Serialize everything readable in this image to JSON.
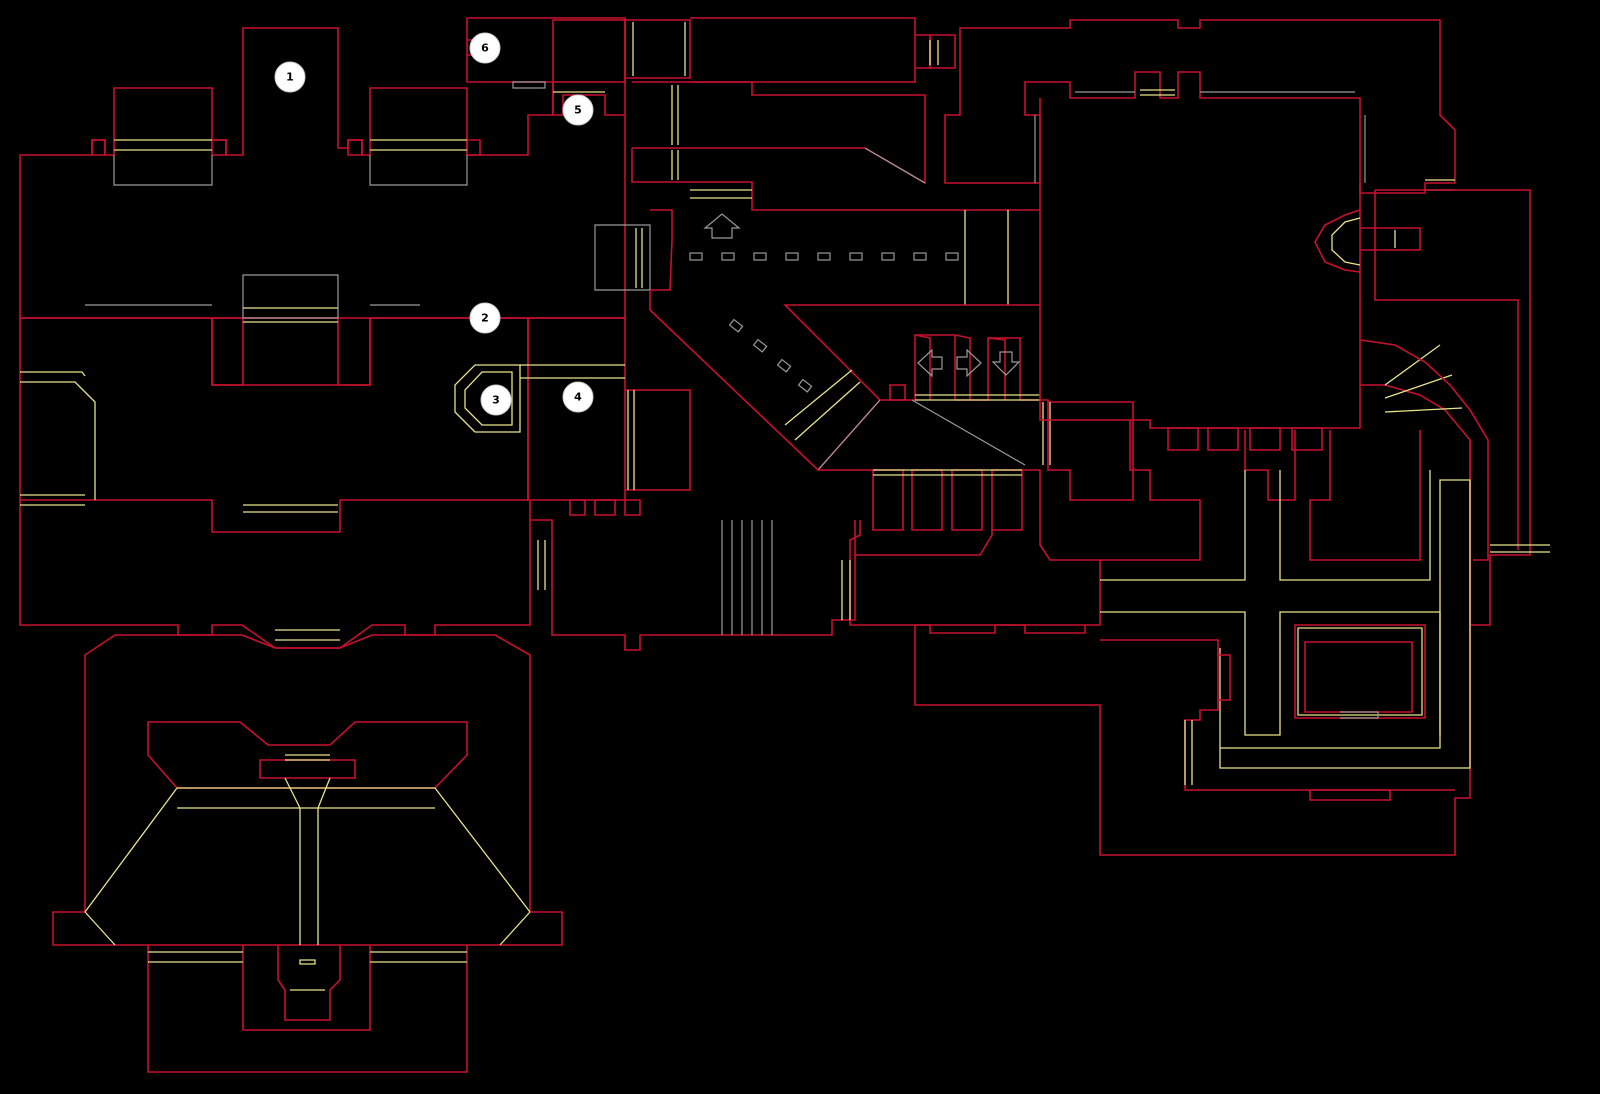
{
  "map": {
    "background_color": "#000000",
    "wall_color": "#c8102e",
    "step_color": "#e8e48a",
    "door_color": "#9a9a9a",
    "marker_fill": "#ffffff",
    "markers": [
      {
        "id": "marker-1",
        "label": "1"
      },
      {
        "id": "marker-2",
        "label": "2"
      },
      {
        "id": "marker-3",
        "label": "3"
      },
      {
        "id": "marker-4",
        "label": "4"
      },
      {
        "id": "marker-5",
        "label": "5"
      },
      {
        "id": "marker-6",
        "label": "6"
      }
    ],
    "direction_arrows": [
      {
        "id": "arrow-up",
        "icon": "arrow-up-icon"
      },
      {
        "id": "arrow-left",
        "icon": "arrow-left-icon"
      },
      {
        "id": "arrow-right",
        "icon": "arrow-right-icon"
      },
      {
        "id": "arrow-down",
        "icon": "arrow-down-icon"
      }
    ]
  }
}
